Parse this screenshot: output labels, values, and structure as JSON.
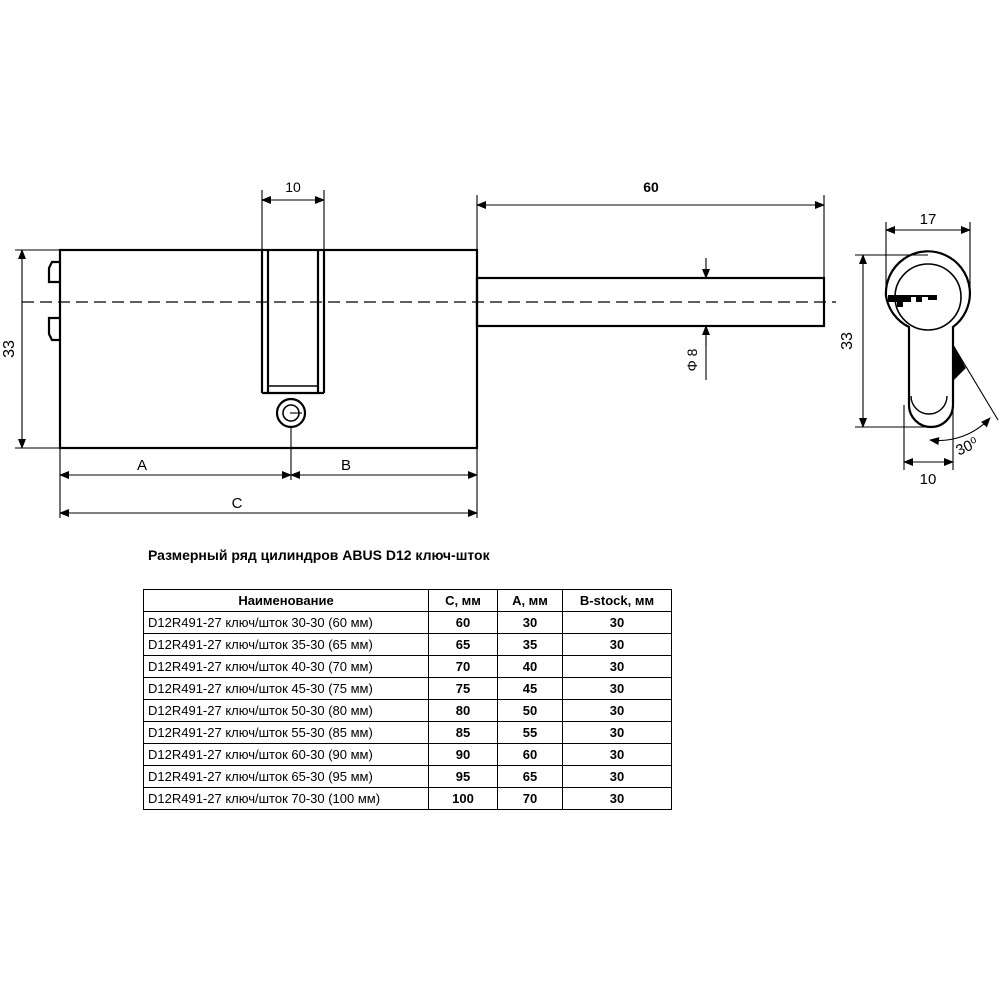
{
  "drawing": {
    "dimensions": {
      "cam_width": "10",
      "stem_length": "60",
      "height": "33",
      "stem_diameter": "Φ 8",
      "side_width": "17",
      "side_height": "33",
      "side_bottom": "10",
      "angle": "30⁰",
      "a": "A",
      "b": "B",
      "c": "C"
    }
  },
  "table": {
    "title": "Размерный ряд цилиндров ABUS D12 ключ-шток",
    "headers": [
      "Наименование",
      "C, мм",
      "A, мм",
      "B-stock, мм"
    ],
    "rows": [
      [
        "D12R491-27 ключ/шток 30-30 (60 мм)",
        "60",
        "30",
        "30"
      ],
      [
        "D12R491-27 ключ/шток 35-30 (65 мм)",
        "65",
        "35",
        "30"
      ],
      [
        "D12R491-27 ключ/шток 40-30 (70 мм)",
        "70",
        "40",
        "30"
      ],
      [
        "D12R491-27 ключ/шток 45-30 (75 мм)",
        "75",
        "45",
        "30"
      ],
      [
        "D12R491-27 ключ/шток 50-30 (80 мм)",
        "80",
        "50",
        "30"
      ],
      [
        "D12R491-27 ключ/шток 55-30 (85 мм)",
        "85",
        "55",
        "30"
      ],
      [
        "D12R491-27 ключ/шток 60-30 (90 мм)",
        "90",
        "60",
        "30"
      ],
      [
        "D12R491-27 ключ/шток 65-30 (95 мм)",
        "95",
        "65",
        "30"
      ],
      [
        "D12R491-27 ключ/шток 70-30 (100 мм)",
        "100",
        "70",
        "30"
      ]
    ]
  }
}
